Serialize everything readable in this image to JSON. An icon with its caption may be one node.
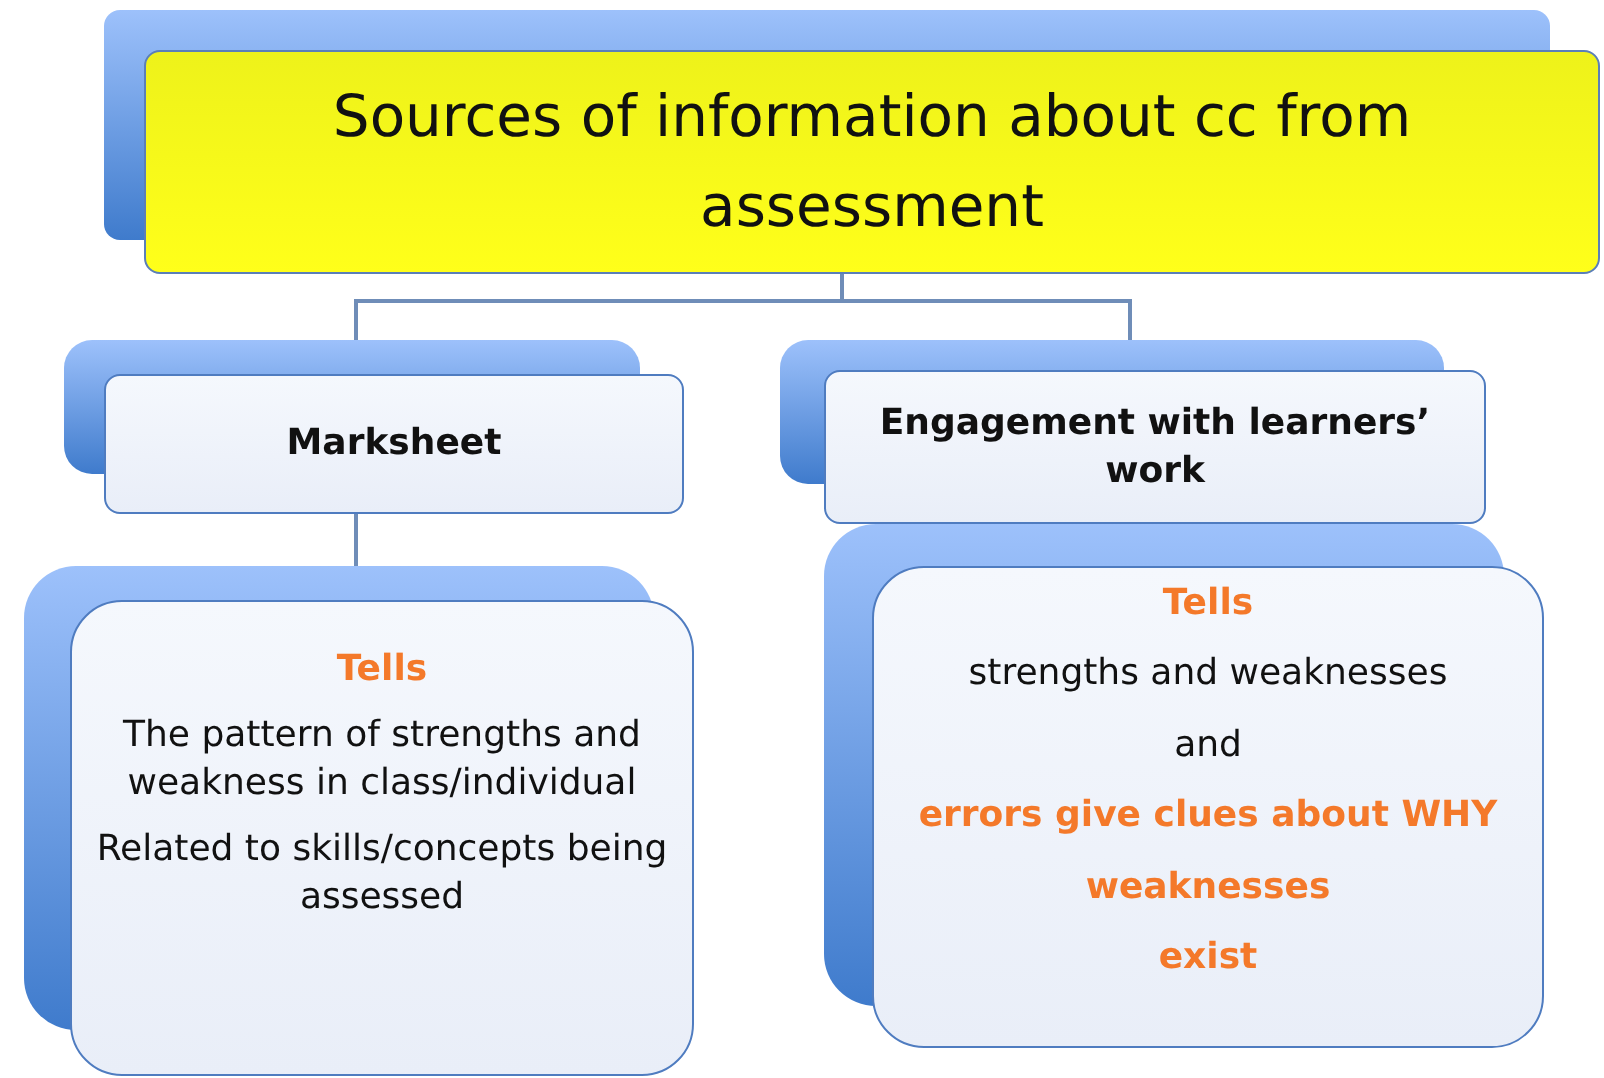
{
  "diagram": {
    "nodes": [
      {
        "text": [
          "Sources of information about cc from assessment"
        ]
      },
      {
        "text": [
          "Marksheet"
        ]
      },
      {
        "text": [
          "Engagement with learners’ work"
        ]
      },
      {
        "text": [
          "Tells",
          "The pattern of strengths and weakness in class/individual",
          "Related to skills/concepts being assessed"
        ]
      },
      {
        "text": [
          "Tells",
          "strengths and weaknesses",
          "and",
          "errors give clues about WHY",
          "weaknesses",
          "exist"
        ]
      }
    ],
    "edges": [
      {
        "from": 0,
        "to": 1,
        "arrow": "none"
      },
      {
        "from": 0,
        "to": 2,
        "arrow": "none"
      },
      {
        "from": 1,
        "to": 3,
        "arrow": "none"
      }
    ]
  }
}
